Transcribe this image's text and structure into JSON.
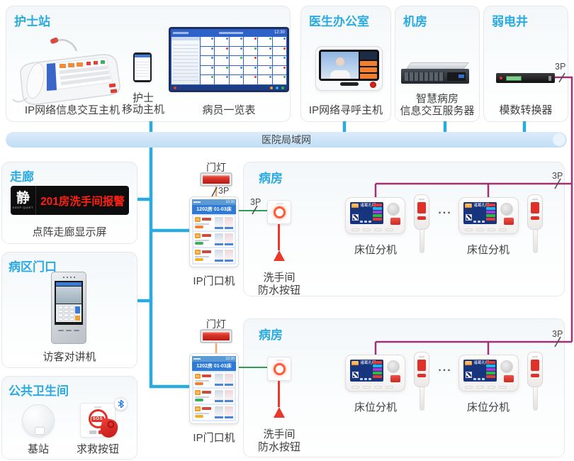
{
  "palette": {
    "accent_blue": "#29abe2",
    "line_green": "#2f9e56",
    "line_maroon": "#a23077",
    "line_orange": "#f0a868",
    "alert_red": "#e8392c"
  },
  "lan": {
    "label": "医院局域网"
  },
  "taps": {
    "riser": "3P",
    "ward_upper_bus": "3P",
    "ward_lower_bus": "3P",
    "lamp_upper": "3P",
    "button_upper": "3P"
  },
  "nurse_station": {
    "title": "护士站",
    "console_label": "IP网络信息交互主机",
    "mobile_label_line1": "护士",
    "mobile_label_line2": "移动主机",
    "board_label": "病员一览表",
    "board_time": "12:30"
  },
  "doctor_office": {
    "title": "医生办公室",
    "device_label": "IP网络寻呼主机"
  },
  "server_room": {
    "title": "机房",
    "device_label_line1": "智慧病房",
    "device_label_line2": "信息交互服务器"
  },
  "riser": {
    "title": "弱电井",
    "device_label": "模数转换器"
  },
  "corridor": {
    "title": "走廊",
    "quiet": "静",
    "quiet_sub": "KEEP QUIET",
    "alert_text": "201房洗手间报警",
    "device_label": "点阵走廊显示屏"
  },
  "ward_entrance": {
    "title": "病区门口",
    "device_label": "访客对讲机"
  },
  "restroom": {
    "title": "公共卫生间",
    "base_label": "基站",
    "sos_label": "求救按钮",
    "sos_text": "SOS"
  },
  "wards": [
    {
      "title": "病房",
      "lamp_label": "门灯",
      "door_label": "IP门口机",
      "wet_label_line1": "洗手间",
      "wet_label_line2": "防水按钮",
      "bed_label": "床位分机",
      "ellipsis": "...",
      "door_screen": {
        "time": "12:30",
        "header": "1202房 01-03床",
        "beds": [
          "01",
          "02",
          "03"
        ]
      },
      "bed_screen": {
        "room": "203",
        "name": "诸葛孔明"
      }
    },
    {
      "title": "病房",
      "lamp_label": "门灯",
      "door_label": "IP门口机",
      "wet_label_line1": "洗手间",
      "wet_label_line2": "防水按钮",
      "bed_label": "床位分机",
      "ellipsis": "...",
      "door_screen": {
        "time": "12:30",
        "header": "1202房 01-03床",
        "beds": [
          "01",
          "02",
          "03"
        ]
      },
      "bed_screen": {
        "room": "203",
        "name": "诸葛孔明"
      }
    }
  ]
}
